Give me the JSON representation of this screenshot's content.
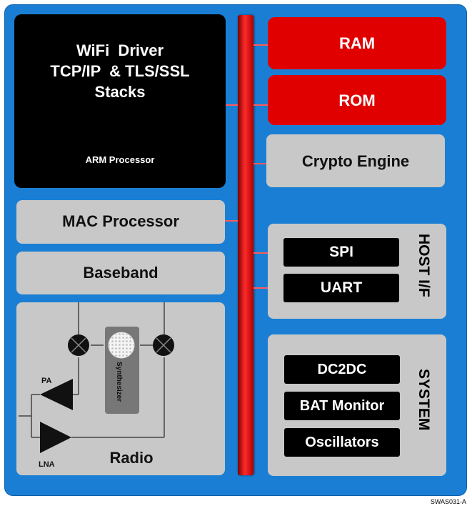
{
  "arm": {
    "line1": "WiFi  Driver",
    "line2": "TCP/IP  & TLS/SSL",
    "line3": "Stacks",
    "label": "ARM Processor"
  },
  "mac": "MAC Processor",
  "baseband": "Baseband",
  "radio": {
    "label": "Radio",
    "synthesizer": "Synthesizer",
    "pa": "PA",
    "lna": "LNA"
  },
  "ram": "RAM",
  "rom": "ROM",
  "crypto": "Crypto Engine",
  "host": {
    "title": "HOST I/F",
    "spi": "SPI",
    "uart": "UART"
  },
  "system": {
    "title": "SYSTEM",
    "dc2dc": "DC2DC",
    "bat": "BAT Monitor",
    "osc": "Oscillators"
  },
  "figure_id": "SWAS031-A",
  "colors": {
    "chip": "#1a7fd4",
    "bus": "#e00000",
    "memory": "#e00000",
    "block": "#c8c8c8"
  }
}
